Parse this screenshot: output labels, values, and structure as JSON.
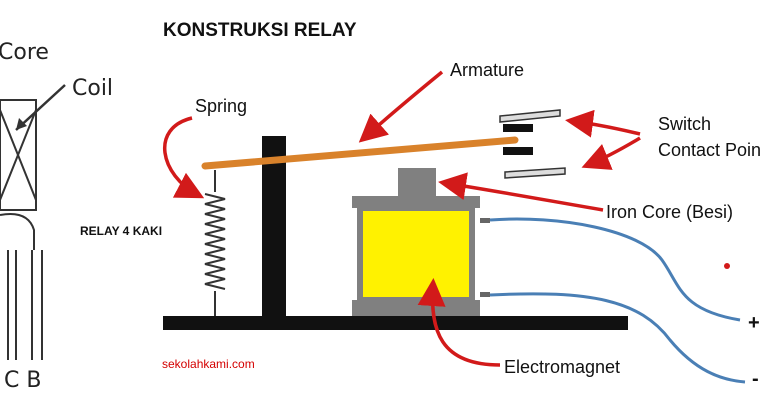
{
  "title": "KONSTRUKSI RELAY",
  "left_figure": {
    "core_label": "Core",
    "coil_label": "Coil",
    "pin_labels": "C B"
  },
  "labels": {
    "spring": "Spring",
    "armature": "Armature",
    "switch_line1": "Switch",
    "switch_line2": "Contact Poin",
    "iron_core": "Iron Core (Besi)",
    "relay_4_kaki": "RELAY 4 KAKI",
    "electromagnet": "Electromagnet",
    "plus": "+",
    "minus": "-"
  },
  "watermark": "sekolahkami.com",
  "colors": {
    "arrow": "#d21a1a",
    "armature": "#d9822b",
    "coil": "#fff200",
    "wire": "#4a7fb5",
    "base": "#111111",
    "core": "#808080"
  }
}
